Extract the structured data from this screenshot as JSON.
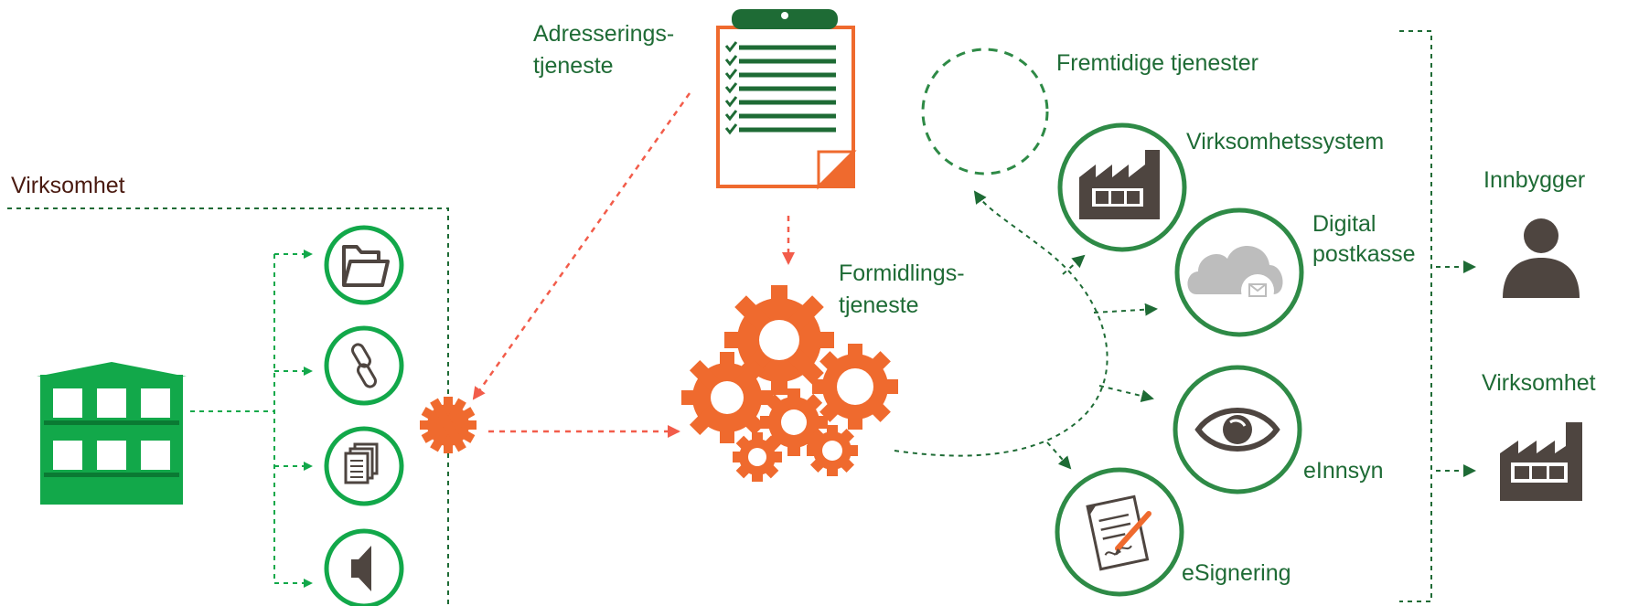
{
  "colors": {
    "green": "#1e6b35",
    "bright_green": "#12a84a",
    "orange": "#ef6a2e",
    "red_dashed": "#f25c4a",
    "gray_icon": "#4e4540",
    "light_gray": "#bdbdbd"
  },
  "left": {
    "org_label": "Virksomhet",
    "building_icon": "building-icon",
    "channel_icons": [
      "folder-icon",
      "link-icon",
      "documents-icon",
      "speaker-icon"
    ]
  },
  "addressing": {
    "line1": "Adresserings-",
    "line2": "tjeneste",
    "icon": "clipboard-checklist-icon"
  },
  "mediation": {
    "line1": "Formidlings-",
    "line2": "tjeneste",
    "icon": "gears-icon"
  },
  "services": {
    "future": "Fremtidige tjenester",
    "enterprise_system": "Virksomhetssystem",
    "digital_mailbox_line1": "Digital",
    "digital_mailbox_line2": "postkasse",
    "einnsyn": "eInnsyn",
    "esignering": "eSignering"
  },
  "recipients": {
    "citizen": "Innbygger",
    "business": "Virksomhet"
  }
}
